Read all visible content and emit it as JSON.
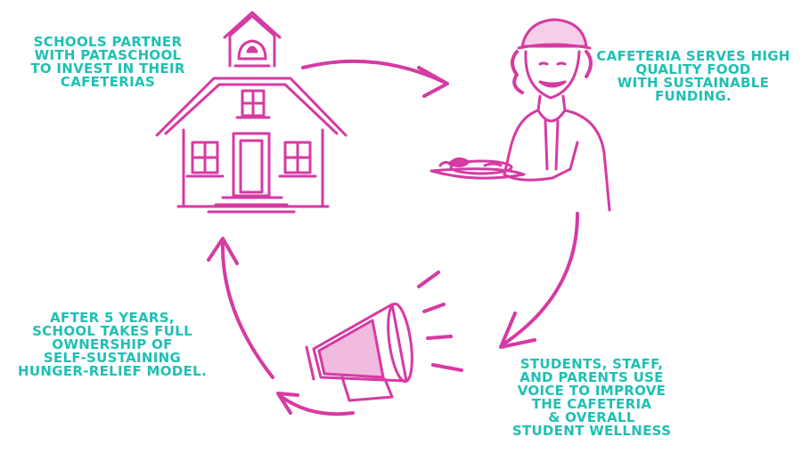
{
  "colors": {
    "drawing": "#d63aa3",
    "text": "#1ec0b4",
    "background": "#ffffff"
  },
  "steps": [
    {
      "lines": [
        "Schools partner",
        "with Pataschool",
        "to invest in their",
        "cafeterias"
      ]
    },
    {
      "lines": [
        "Cafeteria serves high",
        "quality food",
        "with sustainable",
        "funding."
      ]
    },
    {
      "lines": [
        "Students, staff,",
        "and parents use",
        "voice to improve",
        "the cafeteria",
        "& overall",
        "student wellness"
      ]
    },
    {
      "lines": [
        "After 5 years,",
        "school takes full",
        "ownership of",
        "self-sustaining",
        "hunger-relief model."
      ]
    }
  ],
  "illustrations": [
    "schoolhouse-icon",
    "cafeteria-worker-icon",
    "megaphone-icon"
  ]
}
